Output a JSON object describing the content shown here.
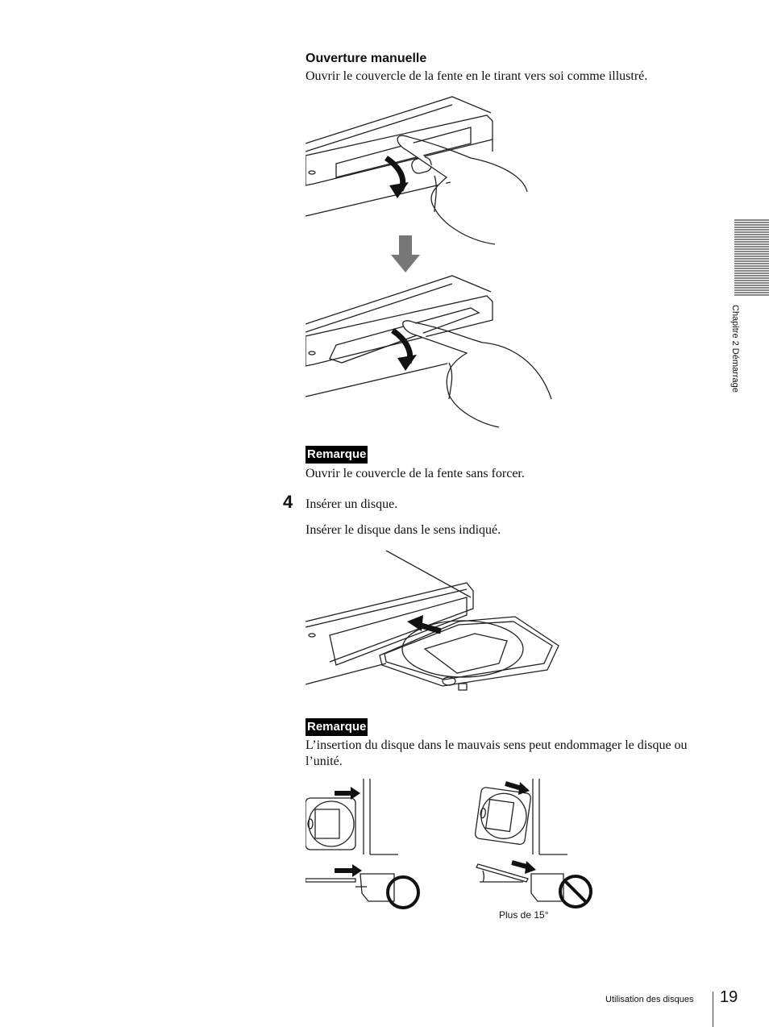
{
  "section": {
    "heading": "Ouverture manuelle",
    "instruction": "Ouvrir le couvercle de la fente en le tirant vers soi comme illustré."
  },
  "note1": {
    "label": "Remarque",
    "text": "Ouvrir le couvercle de la fente sans forcer."
  },
  "step4": {
    "number": "4",
    "title": "Insérer un disque.",
    "text": "Insérer le disque dans le sens indiqué."
  },
  "note2": {
    "label": "Remarque",
    "text": "L’insertion du disque dans le mauvais sens peut endommager le disque ou l’unité."
  },
  "angle_caption": "Plus de 15°",
  "side_tab": "Chapitre 2  Démarrage",
  "footer": {
    "section_title": "Utilisation des disques",
    "page_number": "19"
  }
}
